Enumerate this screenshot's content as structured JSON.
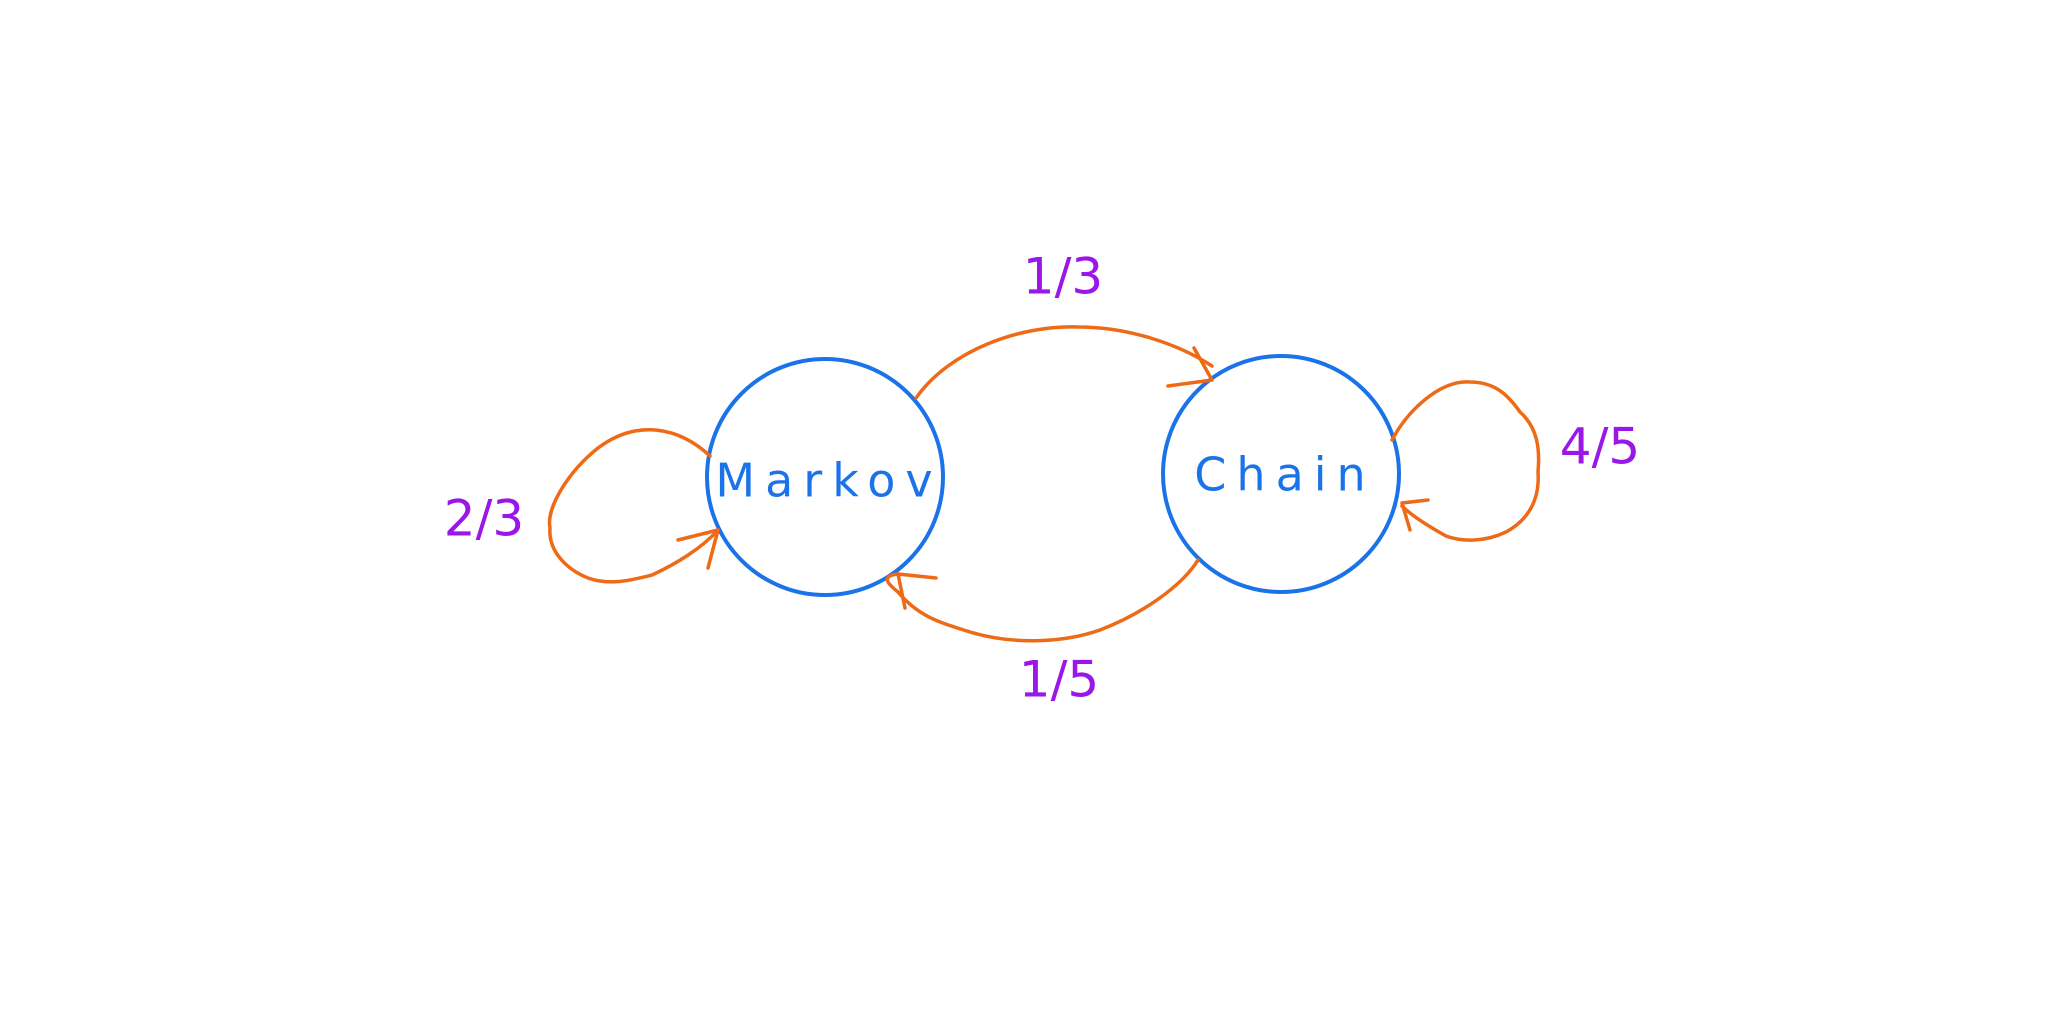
{
  "diagram": {
    "colors": {
      "state": "#1a73e8",
      "transition": "#ee6a16",
      "probability": "#9b16e8",
      "background": "#ffffff"
    },
    "states": {
      "markov": {
        "label": "Markov"
      },
      "chain": {
        "label": "Chain"
      }
    },
    "transitions": {
      "markov_to_markov": {
        "probability": "2/3"
      },
      "markov_to_chain": {
        "probability": "1/3"
      },
      "chain_to_markov": {
        "probability": "1/5"
      },
      "chain_to_chain": {
        "probability": "4/5"
      }
    }
  }
}
